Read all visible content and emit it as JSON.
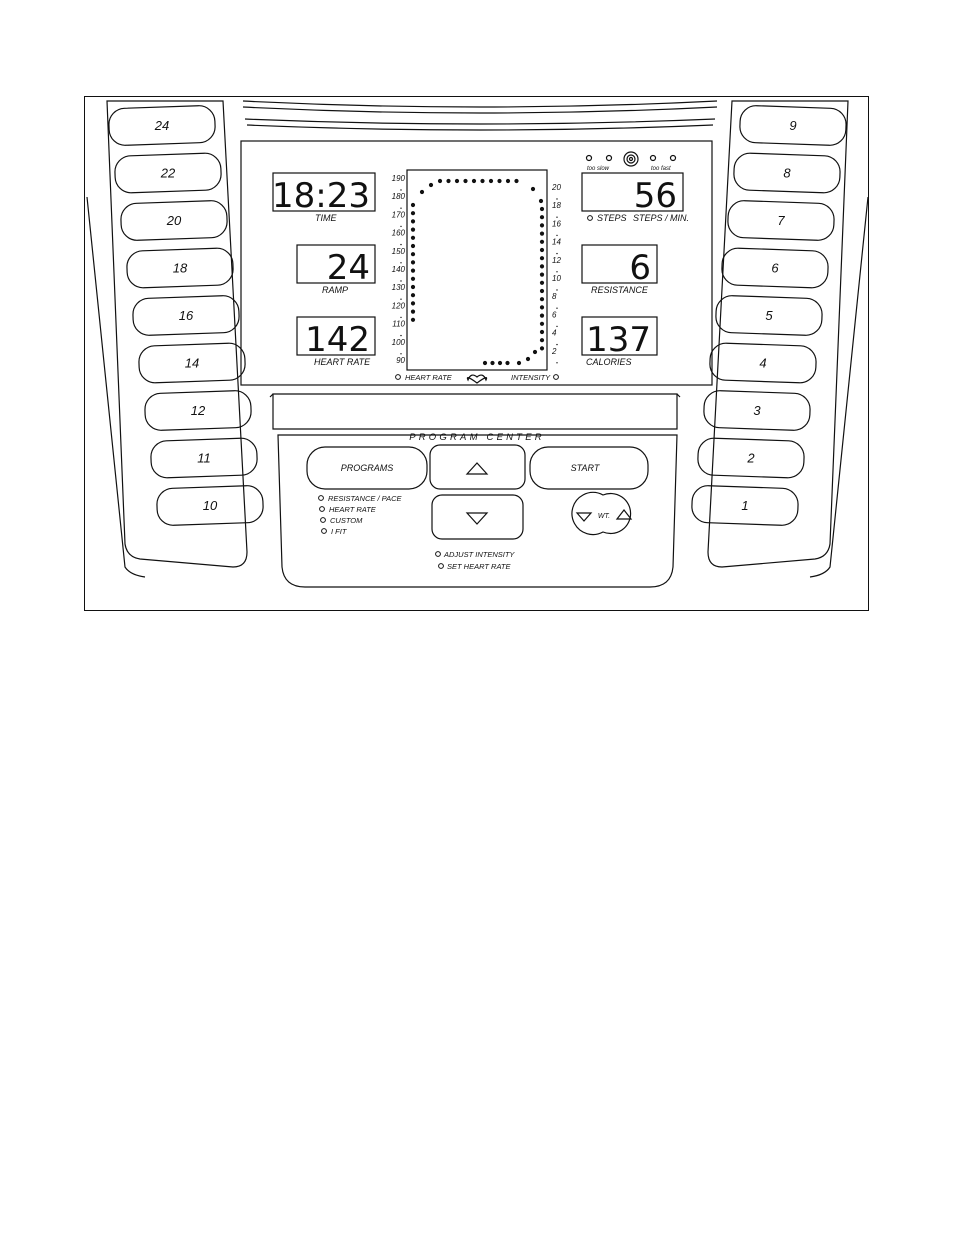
{
  "console": {
    "displays": {
      "time": {
        "label": "TIME",
        "value": "18:23"
      },
      "ramp": {
        "label": "RAMP",
        "value": "24"
      },
      "heart_rate": {
        "label": "HEART RATE",
        "value": "142"
      },
      "steps": {
        "indicator_label": "STEPS",
        "label": "STEPS / MIN.",
        "value": "56"
      },
      "resistance": {
        "label": "RESISTANCE",
        "value": "6"
      },
      "calories": {
        "label": "CALORIES",
        "value": "137"
      }
    },
    "pace": {
      "slow_label": "too slow",
      "fast_label": "too fast"
    },
    "matrix": {
      "left_scale": [
        "190",
        "180",
        "170",
        "160",
        "150",
        "140",
        "130",
        "120",
        "110",
        "100",
        "90"
      ],
      "right_scale": [
        "20",
        "18",
        "16",
        "14",
        "12",
        "10",
        "8",
        "6",
        "4",
        "2"
      ],
      "left_indicator": "HEART RATE",
      "right_indicator": "INTENSITY"
    },
    "program_center": {
      "title": "PROGRAM CENTER",
      "programs_button": "PROGRAMS",
      "start_button": "START",
      "weight_label": "WT.",
      "program_indicators": [
        "RESISTANCE / PACE",
        "HEART RATE",
        "CUSTOM",
        "I FIT"
      ],
      "adjust_indicators": [
        "ADJUST INTENSITY",
        "SET HEART RATE"
      ]
    },
    "left_keys": [
      "24",
      "22",
      "20",
      "18",
      "16",
      "14",
      "12",
      "11",
      "10"
    ],
    "right_keys": [
      "9",
      "8",
      "7",
      "6",
      "5",
      "4",
      "3",
      "2",
      "1"
    ]
  }
}
